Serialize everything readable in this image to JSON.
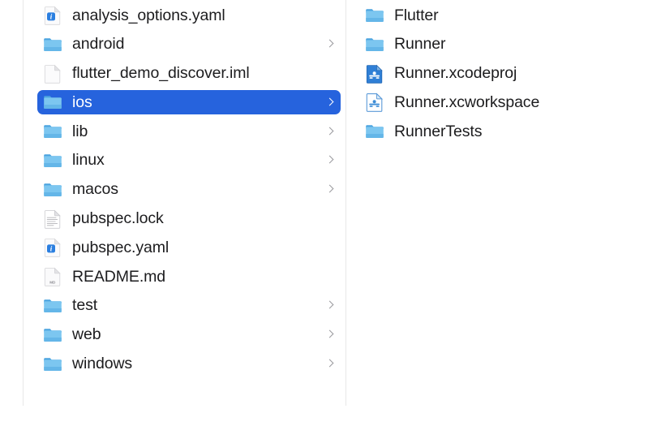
{
  "app": {
    "name": "Finder",
    "view": "column-view",
    "selection_color": "#2663dd",
    "text_color": "#1c1c1e",
    "divider_color": "#e8e8e8",
    "folder_color": "#6fb8e8",
    "badge_color": "#2b7fe0"
  },
  "columns": [
    {
      "name": "project-root-column",
      "items": [
        {
          "label": "analysis_options.yaml",
          "icon": "yaml-file-icon",
          "kind": "file",
          "has_chevron": false,
          "selected": false
        },
        {
          "label": "android",
          "icon": "folder-icon",
          "kind": "folder",
          "has_chevron": true,
          "selected": false
        },
        {
          "label": "flutter_demo_discover.iml",
          "icon": "blank-file-icon",
          "kind": "file",
          "has_chevron": false,
          "selected": false
        },
        {
          "label": "ios",
          "icon": "folder-icon",
          "kind": "folder",
          "has_chevron": true,
          "selected": true
        },
        {
          "label": "lib",
          "icon": "folder-icon",
          "kind": "folder",
          "has_chevron": true,
          "selected": false
        },
        {
          "label": "linux",
          "icon": "folder-icon",
          "kind": "folder",
          "has_chevron": true,
          "selected": false
        },
        {
          "label": "macos",
          "icon": "folder-icon",
          "kind": "folder",
          "has_chevron": true,
          "selected": false
        },
        {
          "label": "pubspec.lock",
          "icon": "text-file-icon",
          "kind": "file",
          "has_chevron": false,
          "selected": false
        },
        {
          "label": "pubspec.yaml",
          "icon": "yaml-file-icon",
          "kind": "file",
          "has_chevron": false,
          "selected": false
        },
        {
          "label": "README.md",
          "icon": "markdown-file-icon",
          "kind": "file",
          "has_chevron": false,
          "selected": false
        },
        {
          "label": "test",
          "icon": "folder-icon",
          "kind": "folder",
          "has_chevron": true,
          "selected": false
        },
        {
          "label": "web",
          "icon": "folder-icon",
          "kind": "folder",
          "has_chevron": true,
          "selected": false
        },
        {
          "label": "windows",
          "icon": "folder-icon",
          "kind": "folder",
          "has_chevron": true,
          "selected": false
        }
      ]
    },
    {
      "name": "ios-folder-column",
      "items": [
        {
          "label": "Flutter",
          "icon": "folder-icon",
          "kind": "folder",
          "has_chevron": false,
          "selected": false
        },
        {
          "label": "Runner",
          "icon": "folder-icon",
          "kind": "folder",
          "has_chevron": false,
          "selected": false
        },
        {
          "label": "Runner.xcodeproj",
          "icon": "xcodeproj-file-icon",
          "kind": "file",
          "has_chevron": false,
          "selected": false
        },
        {
          "label": "Runner.xcworkspace",
          "icon": "xcworkspace-file-icon",
          "kind": "file",
          "has_chevron": false,
          "selected": false
        },
        {
          "label": "RunnerTests",
          "icon": "folder-icon",
          "kind": "folder",
          "has_chevron": false,
          "selected": false
        }
      ]
    }
  ],
  "icon_glyphs": {
    "markdown-file-icon": "MD",
    "yaml-file-icon": "i"
  }
}
